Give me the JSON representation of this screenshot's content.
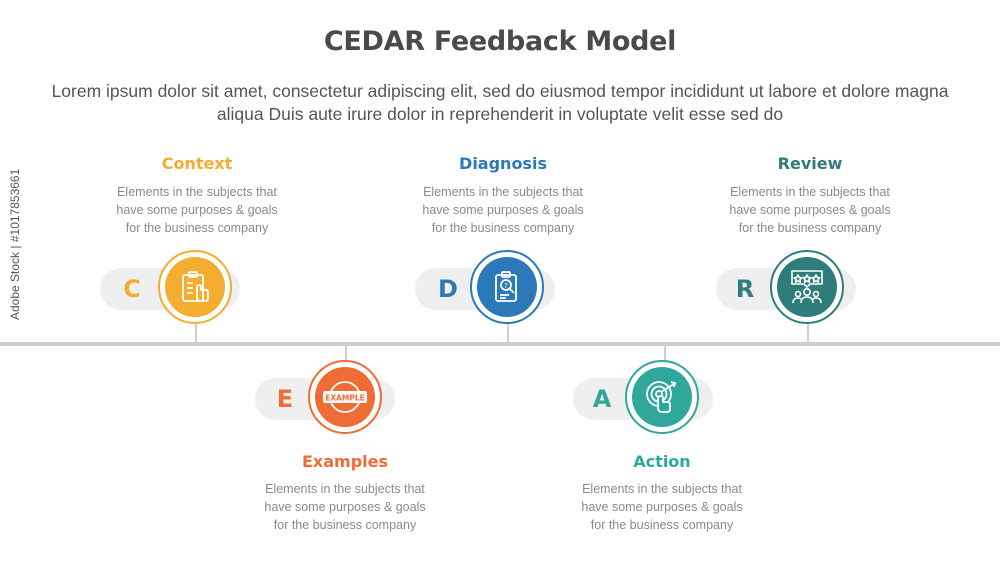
{
  "title": "CEDAR Feedback Model",
  "subtitle": "Lorem ipsum dolor sit amet, consectetur adipiscing elit, sed do eiusmod tempor incididunt ut labore et dolore magna aliqua Duis aute irure dolor in reprehenderit in voluptate velit esse sed do",
  "watermark": {
    "brand": "Adobe Stock",
    "separator": "|",
    "id": "#1017853661"
  },
  "steps": [
    {
      "letter": "C",
      "heading": "Context",
      "desc": [
        "Elements in the subjects that",
        "have  some purposes & goals",
        "for the  business company"
      ],
      "color": "#f4ad2e",
      "icon": "clipboard-hand-icon"
    },
    {
      "letter": "E",
      "heading": "Examples",
      "desc": [
        "Elements in the subjects that",
        "have  some purposes & goals",
        "for the  business company"
      ],
      "color": "#ef6c34",
      "icon": "example-stamp-icon",
      "icon_text": "EXAMPLE"
    },
    {
      "letter": "D",
      "heading": "Diagnosis",
      "desc": [
        "Elements in the subjects that",
        "have  some purposes & goals",
        "for the  business company"
      ],
      "color": "#2b79b8",
      "icon": "clipboard-magnifier-icon"
    },
    {
      "letter": "A",
      "heading": "Action",
      "desc": [
        "Elements in the subjects that",
        "have  some purposes & goals",
        "for the  business company"
      ],
      "color": "#2fa89b",
      "icon": "target-tap-icon"
    },
    {
      "letter": "R",
      "heading": "Review",
      "desc": [
        "Elements in the subjects that",
        "have  some purposes & goals",
        "for the  business company"
      ],
      "color": "#2e7d7b",
      "icon": "rating-users-icon"
    }
  ]
}
